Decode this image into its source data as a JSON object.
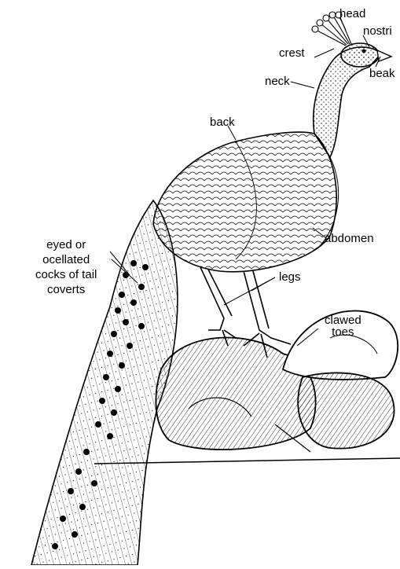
{
  "labels": {
    "head": "head",
    "nostril": "nostri",
    "crest": "crest",
    "beak": "beak",
    "neck": "neck",
    "back": "back",
    "abdomen": "abdomen",
    "legs": "legs",
    "clawed_toes": [
      "clawed",
      "toes"
    ],
    "tail_coverts": [
      "eyed or",
      "ocellated",
      "cocks of tail",
      "coverts"
    ]
  }
}
